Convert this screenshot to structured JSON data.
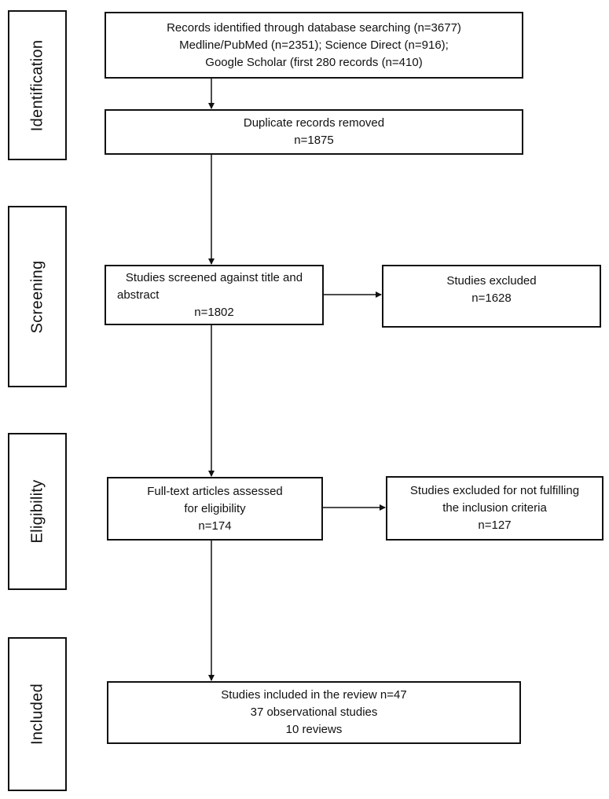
{
  "stages": {
    "identification": "Identification",
    "screening": "Screening",
    "eligibility": "Eligibility",
    "included": "Included"
  },
  "boxes": {
    "identified": {
      "line1": "Records identified through database searching (n=3677)",
      "line2": "Medline/PubMed (n=2351); Science Direct (n=916);",
      "line3": "Google Scholar (first 280 records (n=410)"
    },
    "duplicates": {
      "line1": "Duplicate records removed",
      "line2": "n=1875"
    },
    "screened": {
      "line1": "Studies screened against title and",
      "line2": "abstract",
      "line3": "n=1802"
    },
    "screen_excluded": {
      "line1": "Studies excluded",
      "line2": "n=1628"
    },
    "fulltext": {
      "line1": "Full-text articles assessed",
      "line2": "for eligibility",
      "line3": "n=174"
    },
    "fulltext_excluded": {
      "line1": "Studies excluded for not fulfilling",
      "line2": "the inclusion criteria",
      "line3": "n=127"
    },
    "included": {
      "line1": "Studies included in the review n=47",
      "line2": "37 observational studies",
      "line3": "10 reviews"
    }
  }
}
